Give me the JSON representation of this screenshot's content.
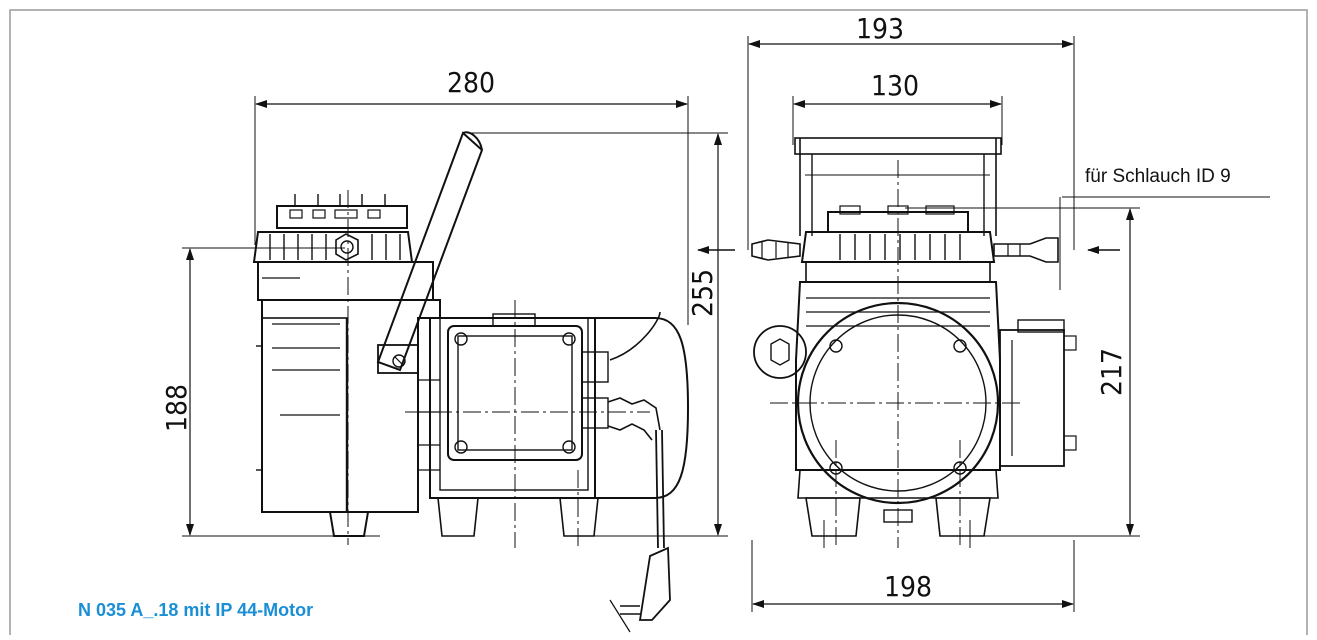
{
  "caption": "N 035 A_.18 mit IP 44-Motor",
  "hose_note": "für Schlauch ID 9",
  "dimensions": {
    "side_width": "280",
    "side_height_total": "255",
    "side_height_lower": "188",
    "front_overall_width": "193",
    "front_head_width": "130",
    "front_height": "217",
    "front_base_width": "198"
  },
  "colors": {
    "caption": "#1a8fd6",
    "line": "#111111",
    "border": "#9a9a9a"
  }
}
